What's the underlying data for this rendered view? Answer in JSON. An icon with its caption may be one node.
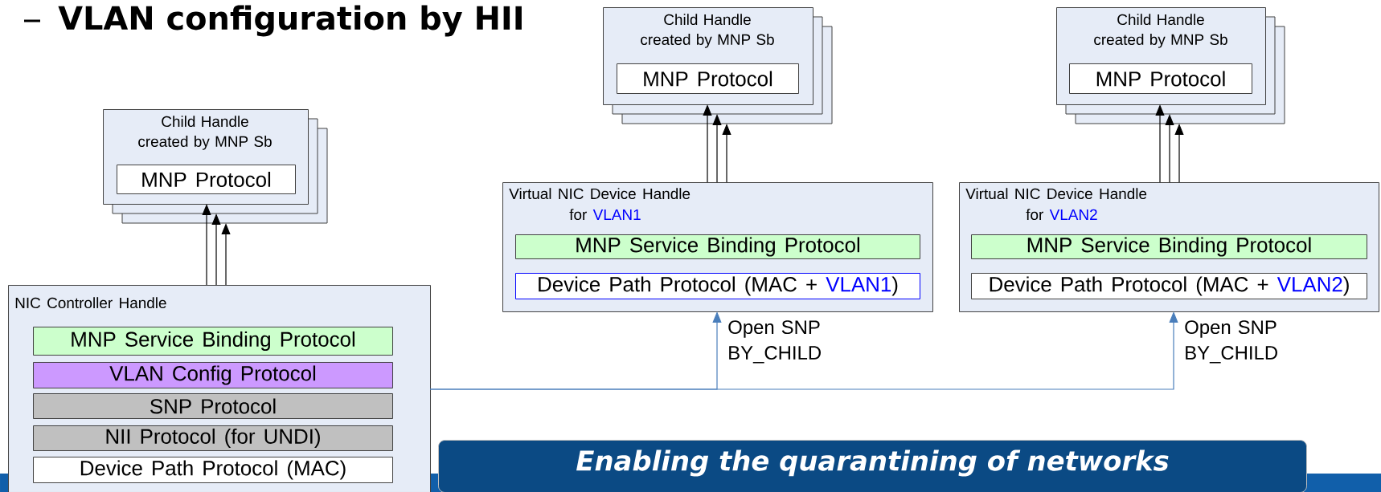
{
  "diagram": {
    "title": "VLAN configuration by HII",
    "nodes": [
      {
        "text": [
          "Child Handle created by MNP Sb"
        ]
      },
      {
        "text": [
          "MNP Protocol"
        ],
        "in": 0
      },
      {
        "text": [
          "NIC Controller Handle"
        ]
      },
      {
        "text": [
          "MNP Service Binding Protocol"
        ],
        "in": 2
      },
      {
        "text": [
          "VLAN Config Protocol"
        ],
        "in": 2
      },
      {
        "text": [
          "SNP Protocol"
        ],
        "in": 2
      },
      {
        "text": [
          "NII Protocol (for UNDI)"
        ],
        "in": 2
      },
      {
        "text": [
          "Device Path Protocol (MAC)"
        ],
        "in": 2
      },
      {
        "text": [
          "Child Handle created by MNP Sb"
        ]
      },
      {
        "text": [
          "MNP Protocol"
        ],
        "in": 8
      },
      {
        "text": [
          "Virtual NIC Device Handle",
          "for",
          "VLAN1"
        ]
      },
      {
        "text": [
          "MNP Service Binding Protocol"
        ],
        "in": 10
      },
      {
        "text": [
          "Device Path Protocol (MAC +",
          "VLAN1",
          ")"
        ],
        "in": 10
      },
      {
        "text": [
          "Child Handle created by MNP Sb"
        ]
      },
      {
        "text": [
          "MNP Protocol"
        ],
        "in": 13
      },
      {
        "text": [
          "Virtual NIC Device Handle",
          "for",
          "VLAN2"
        ]
      },
      {
        "text": [
          "MNP Service Binding Protocol"
        ],
        "in": 15
      },
      {
        "text": [
          "Device Path Protocol (MAC +",
          "VLAN2",
          ")"
        ],
        "in": 15
      },
      {
        "text": [
          "Enabling the quarantining of networks"
        ]
      }
    ],
    "edges": [
      {
        "from": 2,
        "to": 0,
        "arrow": "to"
      },
      {
        "from": 2,
        "to": 0,
        "arrow": "to"
      },
      {
        "from": 2,
        "to": 0,
        "arrow": "to"
      },
      {
        "from": 10,
        "to": 8,
        "arrow": "to"
      },
      {
        "from": 10,
        "to": 8,
        "arrow": "to"
      },
      {
        "from": 10,
        "to": 8,
        "arrow": "to"
      },
      {
        "from": 15,
        "to": 13,
        "arrow": "to"
      },
      {
        "from": 15,
        "to": 13,
        "arrow": "to"
      },
      {
        "from": 15,
        "to": 13,
        "arrow": "to"
      },
      {
        "from": 2,
        "to": 10,
        "arrow": "to",
        "label": "Open SNP BY_CHILD",
        "color": "#4a7ebb"
      },
      {
        "from": 2,
        "to": 15,
        "arrow": "to",
        "label": "Open SNP BY_CHILD",
        "color": "#4a7ebb"
      }
    ]
  }
}
